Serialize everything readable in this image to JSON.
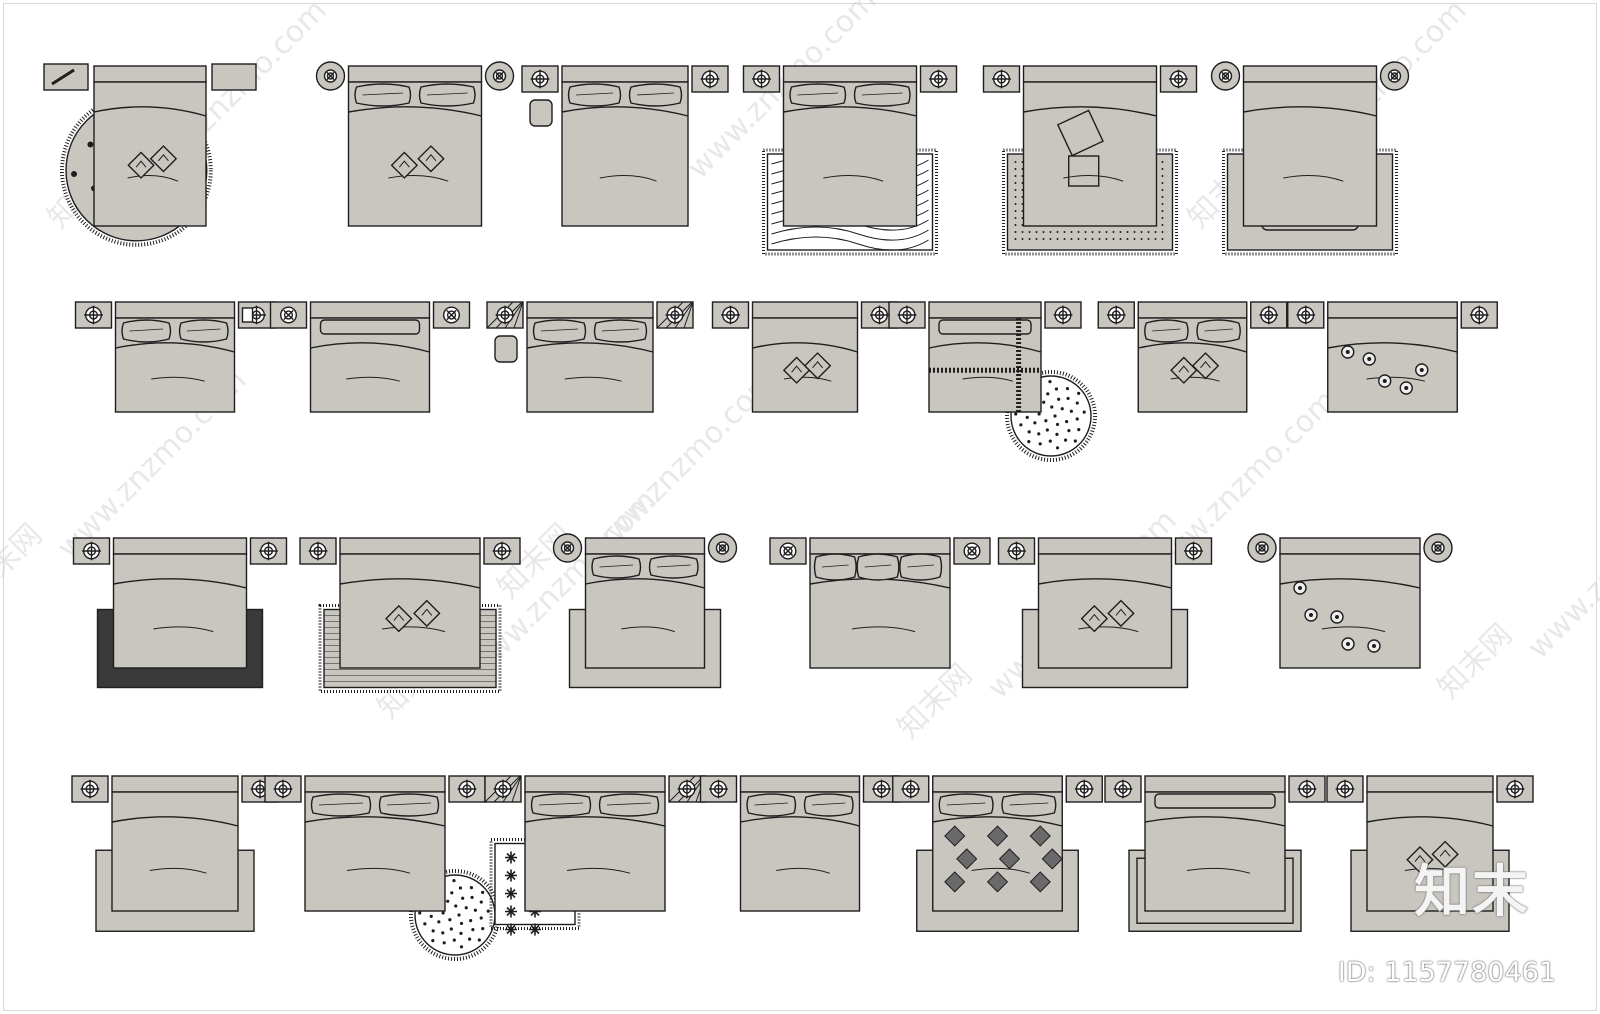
{
  "colors": {
    "bed_fill": "#c9c6c0",
    "line": "#1e1e1e",
    "rug_fill": "#c9c6c0",
    "pattern_fill": "#6a6a6a",
    "watermark": "#d6d6d6"
  },
  "watermark": {
    "domain": "www.znzmo.com",
    "brand": "知末网"
  },
  "logo": {
    "text": "知末"
  },
  "id_label": {
    "text": "ID: 1157780461"
  },
  "rows": [
    {
      "name": "row-1",
      "beds": [
        {
          "rug": "round-patterned",
          "nightstands": "rect",
          "pillows": "scatter-diamond"
        },
        {
          "rug": "none",
          "nightstands": "round",
          "pillows": "pair-scatter"
        },
        {
          "rug": "none",
          "nightstands": "one-side-chair",
          "pillows": "pair"
        },
        {
          "rug": "wave-rect",
          "nightstands": "lamp",
          "pillows": "pair"
        },
        {
          "rug": "dotted-rect",
          "nightstands": "lamp",
          "pillows": "stack"
        },
        {
          "rug": "greek-key",
          "nightstands": "round-lamp",
          "pillows": "none"
        }
      ]
    },
    {
      "name": "row-2",
      "beds": [
        {
          "rug": "none",
          "nightstands": "lamp-phone",
          "pillows": "pair"
        },
        {
          "rug": "none",
          "nightstands": "crossed-lamp",
          "pillows": "bolster"
        },
        {
          "rug": "none",
          "nightstands": "hatched-chair",
          "pillows": "pair"
        },
        {
          "rug": "none",
          "nightstands": "lamp",
          "pillows": "scatter"
        },
        {
          "rug": "round-dotted",
          "nightstands": "lamp",
          "pillows": "bordered"
        },
        {
          "rug": "none",
          "nightstands": "lamp",
          "pillows": "pair-scatter"
        },
        {
          "rug": "none",
          "nightstands": "lamp",
          "pillows": "floral"
        }
      ]
    },
    {
      "name": "row-3",
      "beds": [
        {
          "rug": "striped-dark",
          "nightstands": "lamp",
          "pillows": "none"
        },
        {
          "rug": "fringed",
          "nightstands": "lamp",
          "pillows": "scatter"
        },
        {
          "rug": "plain-rect",
          "nightstands": "round-lamp",
          "pillows": "pair"
        },
        {
          "rug": "none",
          "nightstands": "crossed-lamp",
          "pillows": "triple"
        },
        {
          "rug": "plain-rect",
          "nightstands": "lamp",
          "pillows": "scatter"
        },
        {
          "rug": "none",
          "nightstands": "round-lamp",
          "pillows": "floral"
        }
      ]
    },
    {
      "name": "row-4",
      "beds": [
        {
          "rug": "plain-rect",
          "nightstands": "lamp",
          "pillows": "none"
        },
        {
          "rug": "round-dotted",
          "nightstands": "lamp",
          "pillows": "pair"
        },
        {
          "rug": "star-fringed",
          "nightstands": "hatched-lamp",
          "pillows": "pair"
        },
        {
          "rug": "none",
          "nightstands": "lamp",
          "pillows": "pair"
        },
        {
          "rug": "plain-rect",
          "nightstands": "lamp",
          "pillows": "diamond-print"
        },
        {
          "rug": "bordered-rect",
          "nightstands": "lamp",
          "pillows": "bolster"
        },
        {
          "rug": "plain-rect",
          "nightstands": "lamp",
          "pillows": "scatter"
        }
      ]
    }
  ]
}
